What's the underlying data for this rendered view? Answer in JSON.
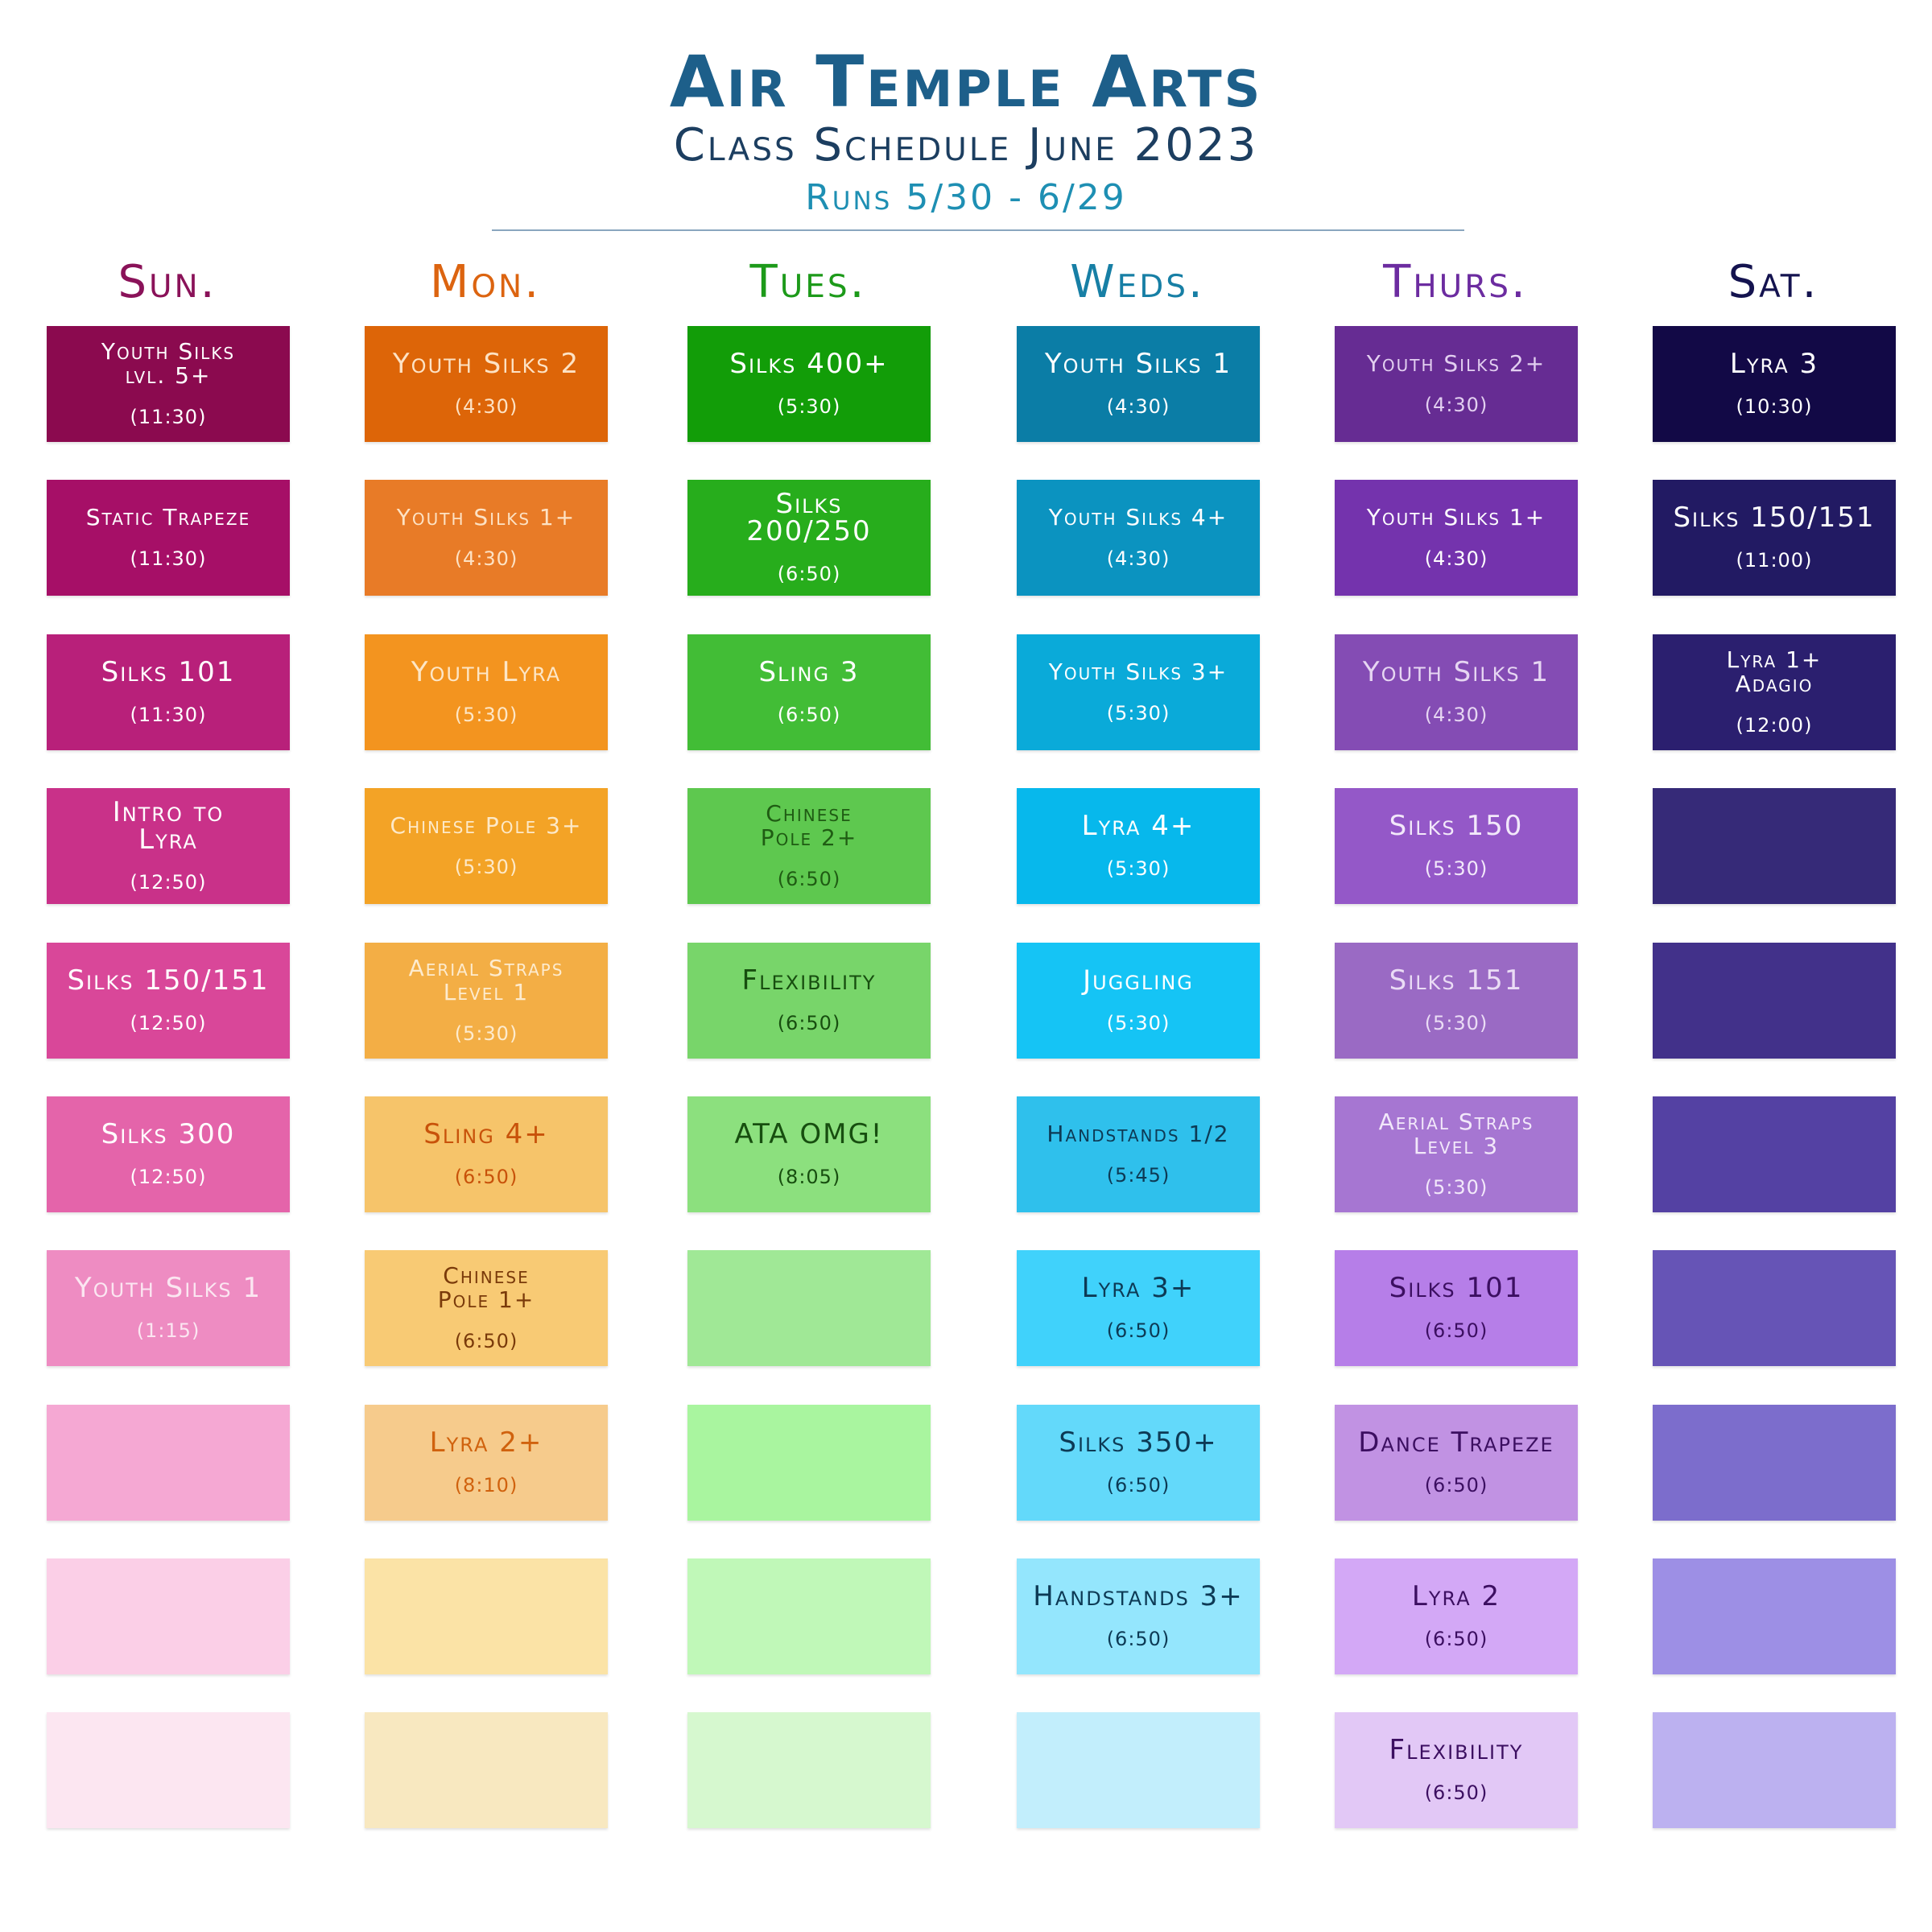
{
  "header": {
    "title": "Air Temple Arts",
    "subtitle": "Class Schedule June 2023",
    "runs": "Runs 5/30 - 6/29"
  },
  "days": [
    {
      "label": "Sun.",
      "color": "#8a1259",
      "cells": [
        {
          "name": "Youth Silks\nlvl. 5+",
          "time": "(11:30)",
          "bg": "#8b0a4f",
          "fg": "#ffffff"
        },
        {
          "name": "Static Trapeze",
          "time": "(11:30)",
          "bg": "#a60f67",
          "fg": "#ffffff"
        },
        {
          "name": "Silks 101",
          "time": "(11:30)",
          "bg": "#b8207a",
          "fg": "#ffffff"
        },
        {
          "name": "Intro to\nLyra",
          "time": "(12:50)",
          "bg": "#c93189",
          "fg": "#ffffff"
        },
        {
          "name": "Silks 150/151",
          "time": "(12:50)",
          "bg": "#d94799",
          "fg": "#ffffff"
        },
        {
          "name": "Silks 300",
          "time": "(12:50)",
          "bg": "#e464aa",
          "fg": "#ffffff"
        },
        {
          "name": "Youth Silks 1",
          "time": "(1:15)",
          "bg": "#ee8cc2",
          "fg": "#fbe6f1"
        },
        {
          "name": "",
          "time": "",
          "bg": "#f5a8d3",
          "fg": "#ffffff"
        },
        {
          "name": "",
          "time": "",
          "bg": "#fbcfe7",
          "fg": "#ffffff"
        },
        {
          "name": "",
          "time": "",
          "bg": "#fce6f1",
          "fg": "#ffffff"
        }
      ]
    },
    {
      "label": "Mon.",
      "color": "#dc6410",
      "cells": [
        {
          "name": "Youth Silks 2",
          "time": "(4:30)",
          "bg": "#dd6508",
          "fg": "#fde2c4"
        },
        {
          "name": "Youth Silks 1+",
          "time": "(4:30)",
          "bg": "#e87b27",
          "fg": "#fde2c4"
        },
        {
          "name": "Youth Lyra",
          "time": "(5:30)",
          "bg": "#f3941f",
          "fg": "#fde6c6"
        },
        {
          "name": "Chinese Pole 3+",
          "time": "(5:30)",
          "bg": "#f3a326",
          "fg": "#fde9c8"
        },
        {
          "name": "Aerial Straps\nLevel 1",
          "time": "(5:30)",
          "bg": "#f3ae45",
          "fg": "#fdebce"
        },
        {
          "name": "Sling 4+",
          "time": "(6:50)",
          "bg": "#f6c46a",
          "fg": "#c8520a"
        },
        {
          "name": "Chinese\nPole 1+",
          "time": "(6:50)",
          "bg": "#f8ca74",
          "fg": "#7a3a0a"
        },
        {
          "name": "Lyra 2+",
          "time": "(8:10)",
          "bg": "#f6cb8c",
          "fg": "#d0620e"
        },
        {
          "name": "",
          "time": "",
          "bg": "#fbe3a6",
          "fg": "#ffffff"
        },
        {
          "name": "",
          "time": "",
          "bg": "#f8e8c0",
          "fg": "#ffffff"
        }
      ]
    },
    {
      "label": "Tues.",
      "color": "#1d9a1a",
      "cells": [
        {
          "name": "Silks 400+",
          "time": "(5:30)",
          "bg": "#129d08",
          "fg": "#ffffff"
        },
        {
          "name": "Silks\n200/250",
          "time": "(6:50)",
          "bg": "#27ad1c",
          "fg": "#ffffff"
        },
        {
          "name": "Sling 3",
          "time": "(6:50)",
          "bg": "#42bd36",
          "fg": "#ffffff"
        },
        {
          "name": "Chinese\nPole 2+",
          "time": "(6:50)",
          "bg": "#5ec84f",
          "fg": "#1f5c13"
        },
        {
          "name": "Flexibility",
          "time": "(6:50)",
          "bg": "#78d56a",
          "fg": "#174e0f"
        },
        {
          "name": "ATA OMG!",
          "time": "(8:05)",
          "bg": "#8ce07e",
          "fg": "#174e0f"
        },
        {
          "name": "",
          "time": "",
          "bg": "#a0e896",
          "fg": "#ffffff"
        },
        {
          "name": "",
          "time": "",
          "bg": "#a9f59f",
          "fg": "#ffffff"
        },
        {
          "name": "",
          "time": "",
          "bg": "#c0f8b8",
          "fg": "#ffffff"
        },
        {
          "name": "",
          "time": "",
          "bg": "#d6f8cf",
          "fg": "#ffffff"
        }
      ]
    },
    {
      "label": "Weds.",
      "color": "#177fa5",
      "cells": [
        {
          "name": "Youth Silks 1",
          "time": "(4:30)",
          "bg": "#0b7da6",
          "fg": "#ffffff"
        },
        {
          "name": "Youth Silks 4+",
          "time": "(4:30)",
          "bg": "#0b93c0",
          "fg": "#ffffff"
        },
        {
          "name": "Youth Silks 3+",
          "time": "(5:30)",
          "bg": "#0aaad9",
          "fg": "#ffffff"
        },
        {
          "name": "Lyra 4+",
          "time": "(5:30)",
          "bg": "#07b8ec",
          "fg": "#ffffff"
        },
        {
          "name": "Juggling",
          "time": "(5:30)",
          "bg": "#15c4f5",
          "fg": "#ffffff"
        },
        {
          "name": "Handstands 1/2",
          "time": "(5:45)",
          "bg": "#2fc0ec",
          "fg": "#0d3a55"
        },
        {
          "name": "Lyra 3+",
          "time": "(6:50)",
          "bg": "#40d2fb",
          "fg": "#0d3a55"
        },
        {
          "name": "Silks 350+",
          "time": "(6:50)",
          "bg": "#63d9fa",
          "fg": "#0d3a55"
        },
        {
          "name": "Handstands 3+",
          "time": "(6:50)",
          "bg": "#94e6fd",
          "fg": "#0d3a55"
        },
        {
          "name": "",
          "time": "",
          "bg": "#c2eefc",
          "fg": "#ffffff"
        }
      ]
    },
    {
      "label": "Thurs.",
      "color": "#6c2ca0",
      "cells": [
        {
          "name": "Youth Silks 2+",
          "time": "(4:30)",
          "bg": "#662c93",
          "fg": "#e2cff0"
        },
        {
          "name": "Youth Silks 1+",
          "time": "(4:30)",
          "bg": "#7433ad",
          "fg": "#ffffff"
        },
        {
          "name": "Youth Silks 1",
          "time": "(4:30)",
          "bg": "#844cb4",
          "fg": "#e6d6f2"
        },
        {
          "name": "Silks 150",
          "time": "(5:30)",
          "bg": "#9458c8",
          "fg": "#f2e8fa"
        },
        {
          "name": "Silks 151",
          "time": "(5:30)",
          "bg": "#9a6ac4",
          "fg": "#eadcf5"
        },
        {
          "name": "Aerial Straps\nLevel 3",
          "time": "(5:30)",
          "bg": "#a676d2",
          "fg": "#f2e8fa"
        },
        {
          "name": "Silks 101",
          "time": "(6:50)",
          "bg": "#b67ee8",
          "fg": "#3c0f61"
        },
        {
          "name": "Dance Trapeze",
          "time": "(6:50)",
          "bg": "#c192e3",
          "fg": "#3c0f61"
        },
        {
          "name": "Lyra 2",
          "time": "(6:50)",
          "bg": "#d3a8f6",
          "fg": "#3c0f61"
        },
        {
          "name": "Flexibility",
          "time": "(6:50)",
          "bg": "#e2c8f6",
          "fg": "#3c0f61"
        }
      ]
    },
    {
      "label": "Sat.",
      "color": "#14134f",
      "cells": [
        {
          "name": "Lyra 3",
          "time": "(10:30)",
          "bg": "#120946",
          "fg": "#ffffff"
        },
        {
          "name": "Silks 150/151",
          "time": "(11:00)",
          "bg": "#221a63",
          "fg": "#ffffff"
        },
        {
          "name": "Lyra 1+\nAdagio",
          "time": "(12:00)",
          "bg": "#2b1f6f",
          "fg": "#ffffff"
        },
        {
          "name": "",
          "time": "",
          "bg": "#362a78",
          "fg": "#ffffff"
        },
        {
          "name": "",
          "time": "",
          "bg": "#42318a",
          "fg": "#ffffff"
        },
        {
          "name": "",
          "time": "",
          "bg": "#5441a3",
          "fg": "#ffffff"
        },
        {
          "name": "",
          "time": "",
          "bg": "#6654b6",
          "fg": "#ffffff"
        },
        {
          "name": "",
          "time": "",
          "bg": "#7c6dcc",
          "fg": "#ffffff"
        },
        {
          "name": "",
          "time": "",
          "bg": "#9d8fe5",
          "fg": "#ffffff"
        },
        {
          "name": "",
          "time": "",
          "bg": "#bcb1f0",
          "fg": "#ffffff"
        }
      ]
    }
  ]
}
